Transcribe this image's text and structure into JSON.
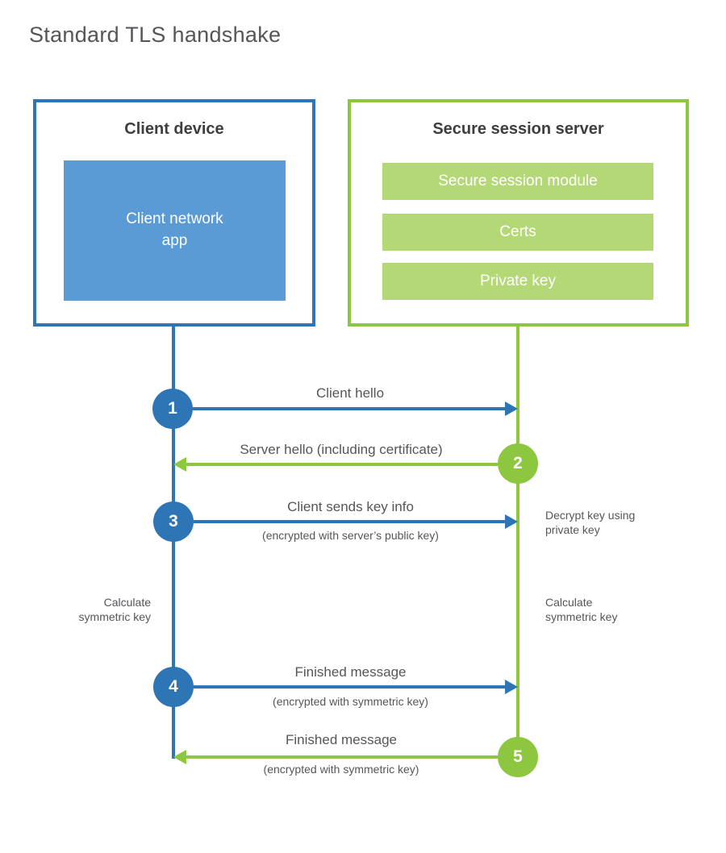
{
  "title": "Standard TLS handshake",
  "colors": {
    "client_accent": "#2e75b6",
    "client_fill": "#5b9bd5",
    "server_accent": "#8dc63f",
    "server_fill": "#b5d877",
    "heading_text": "#3d3e42",
    "label_text": "#55565a"
  },
  "client": {
    "title": "Client device",
    "app_label": "Client network\napp"
  },
  "server": {
    "title": "Secure session server",
    "modules": [
      "Secure session module",
      "Certs",
      "Private key"
    ]
  },
  "steps": [
    {
      "num": "1",
      "label": "Client hello",
      "sub": "",
      "direction": "right",
      "color": "blue"
    },
    {
      "num": "2",
      "label": "Server hello (including certificate)",
      "sub": "",
      "direction": "left",
      "color": "green"
    },
    {
      "num": "3",
      "label": "Client sends key info",
      "sub": "(encrypted with server’s public key)",
      "direction": "right",
      "color": "blue"
    },
    {
      "num": "4",
      "label": "Finished message",
      "sub": "(encrypted with symmetric key)",
      "direction": "right",
      "color": "blue"
    },
    {
      "num": "5",
      "label": "Finished message",
      "sub": "(encrypted with symmetric key)",
      "direction": "left",
      "color": "green"
    }
  ],
  "notes": {
    "decrypt": "Decrypt key using\nprivate key",
    "calc_left": "Calculate\nsymmetric key",
    "calc_right": "Calculate\nsymmetric key"
  }
}
